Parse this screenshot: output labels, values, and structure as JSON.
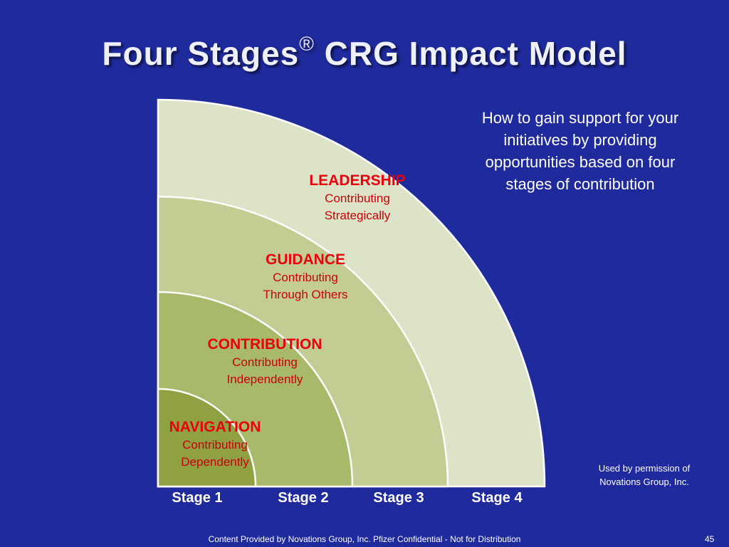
{
  "slide": {
    "title": "Four Stages",
    "title_mark": "®",
    "title_rest": " CRG Impact Model",
    "intro": "How to gain support for your initiatives by providing opportunities based on four stages of contribution",
    "permission_line1": "Used by permission of",
    "permission_line2": "Novations Group, Inc.",
    "footer": "Content Provided by Novations Group, Inc.  Pfizer Confidential - Not for Distribution",
    "page_number": "45"
  },
  "stages": [
    {
      "label": "Stage 1",
      "name": "NAVIGATION",
      "desc_line1": "Contributing",
      "desc_line2": "Dependently",
      "color": "#8fa142"
    },
    {
      "label": "Stage 2",
      "name": "CONTRIBUTION",
      "desc_line1": "Contributing",
      "desc_line2": "Independently",
      "color": "#a8b96a"
    },
    {
      "label": "Stage 3",
      "name": "GUIDANCE",
      "desc_line1": "Contributing",
      "desc_line2": "Through Others",
      "color": "#c3cd93"
    },
    {
      "label": "Stage 4",
      "name": "LEADERSHIP",
      "desc_line1": "Contributing",
      "desc_line2": "Strategically",
      "color": "#dde3c6"
    }
  ],
  "colors": {
    "background": "#1f2a9c",
    "band_name": "#e8000c",
    "band_outline": "#ffffff"
  }
}
